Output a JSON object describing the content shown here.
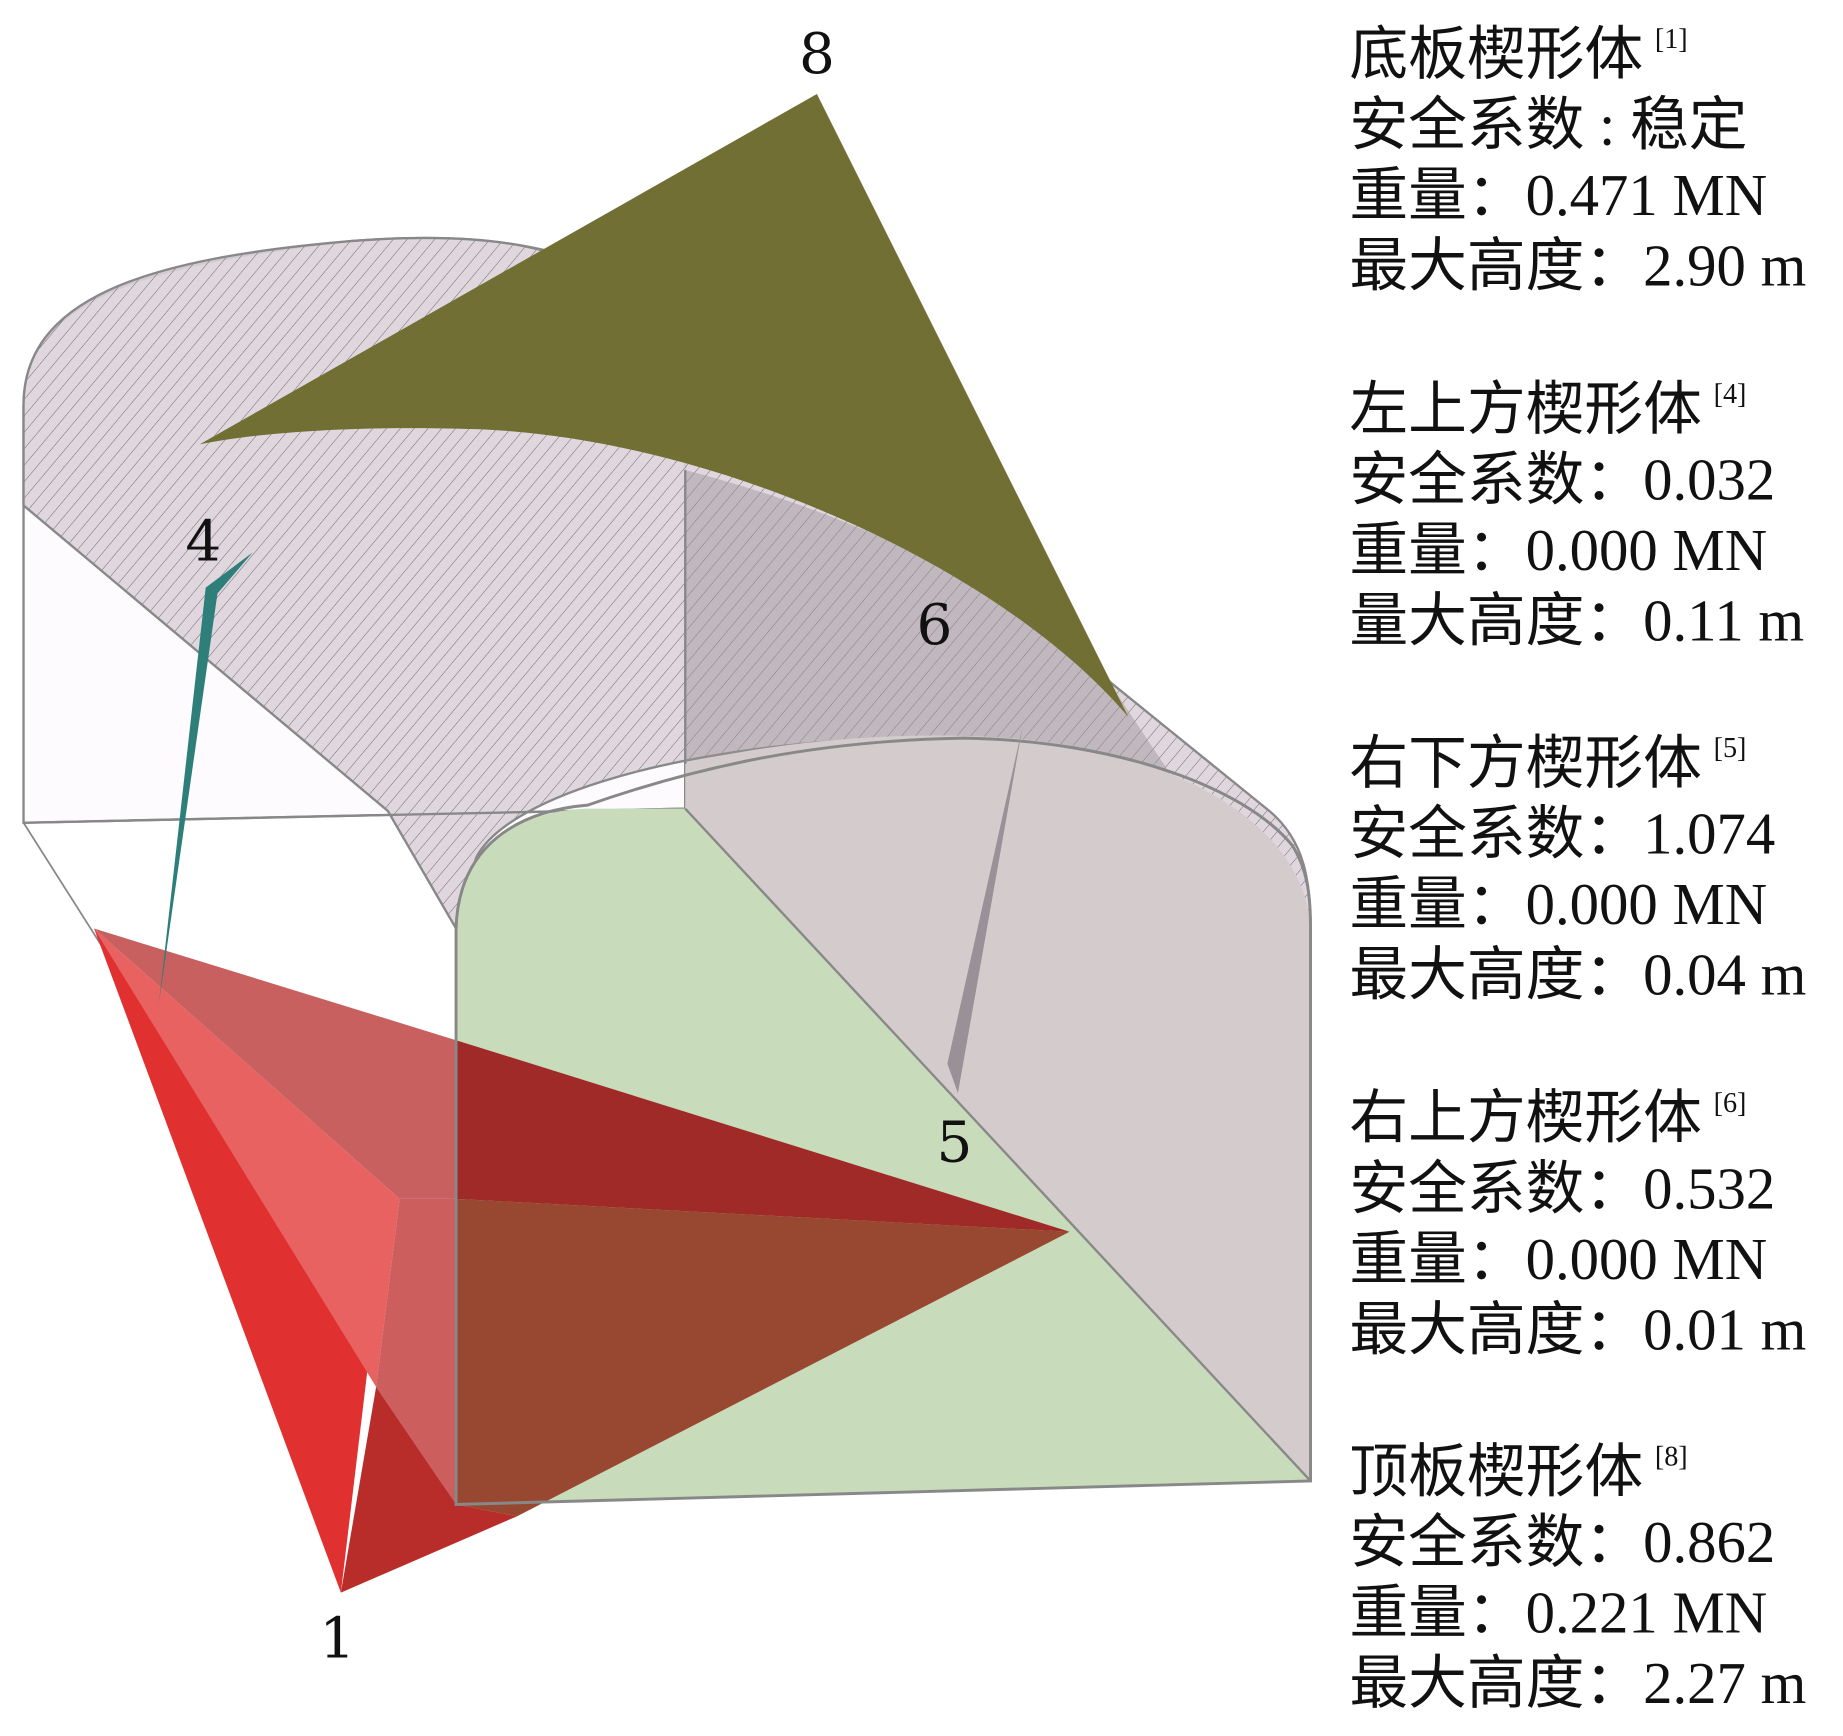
{
  "labels": {
    "w1": "1",
    "w4": "4",
    "w5": "5",
    "w6": "6",
    "w8": "8"
  },
  "wedges": [
    {
      "title": "底板楔形体",
      "ref": "[1]",
      "factor": "安全系数 : 稳定",
      "weight": "重量：0.471 MN",
      "height": "最大高度：2.90 m"
    },
    {
      "title": "左上方楔形体",
      "ref": "[4]",
      "factor": "安全系数：0.032",
      "weight": "重量：0.000 MN",
      "height": "量大高度：0.11 m"
    },
    {
      "title": "右下方楔形体",
      "ref": "[5]",
      "factor": "安全系数：1.074",
      "weight": "重量：0.000 MN",
      "height": "最大高度：0.04 m"
    },
    {
      "title": "右上方楔形体",
      "ref": "[6]",
      "factor": "安全系数：0.532",
      "weight": "重量：0.000 MN",
      "height": "最大高度：0.01 m"
    },
    {
      "title": "顶板楔形体",
      "ref": "[8]",
      "factor": "安全系数：0.862",
      "weight": "重量：0.221 MN",
      "height": "最大高度：2.27 m"
    }
  ],
  "colors": {
    "floor": "#c8dcbc",
    "wall": "#d4cccc",
    "roof": "#dcd2da",
    "wedge1_bright": "#e03030",
    "wedge1_dark": "#a02a28",
    "wedge1_brown": "#984830",
    "wedge4": "#2e7e7a",
    "wedge8": "#716f33",
    "wedge5": "#9a9098"
  }
}
